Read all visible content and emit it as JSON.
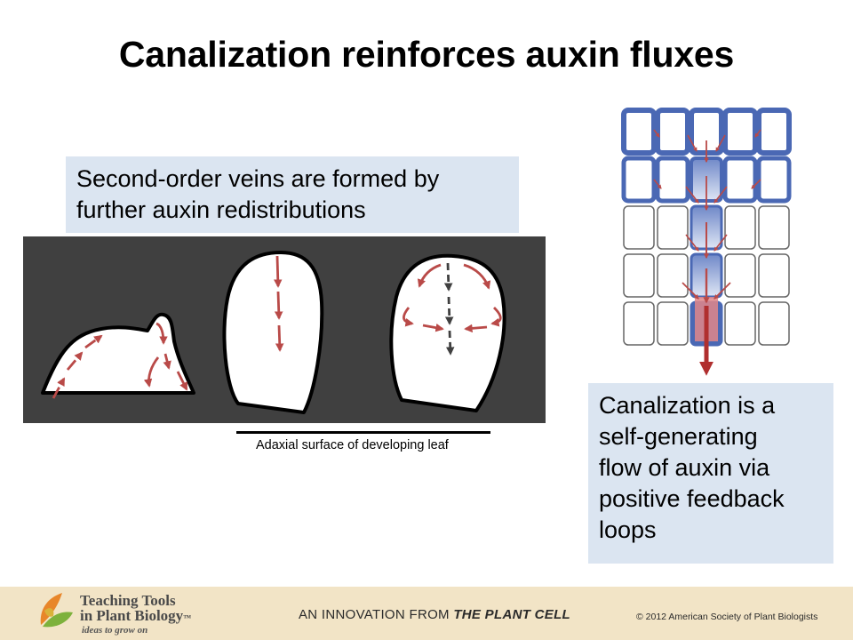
{
  "slide": {
    "title": "Canalization reinforces auxin fluxes",
    "callout_left": {
      "line1": "Second-order veins are formed by",
      "line2": "further auxin redistributions"
    },
    "callout_right": {
      "lines": [
        "Canalization is a",
        "self-generating",
        "flow of auxin via",
        "positive feedback",
        "loops"
      ]
    },
    "diagram_caption": "Adaxial surface of developing leaf"
  },
  "colors": {
    "callout_bg": "#dbe5f1",
    "panel_bg": "#404040",
    "arrow_red": "#b94a48",
    "arrow_dark": "#404040",
    "cell_blue": "#4a68b4",
    "flux_red": "#e0878a",
    "footer_bg": "#f2e4c6"
  },
  "footer": {
    "logo_line1": "Teaching Tools",
    "logo_line2": "in Plant Biology",
    "logo_tm": "™",
    "logo_tagline": "ideas to grow on",
    "innovation_prefix": "AN INNOVATION FROM",
    "innovation_journal": "THE PLANT CELL",
    "copyright": "© 2012 American Society of Plant Biologists"
  },
  "icons": {
    "logo": "leaf-logo-icon"
  }
}
